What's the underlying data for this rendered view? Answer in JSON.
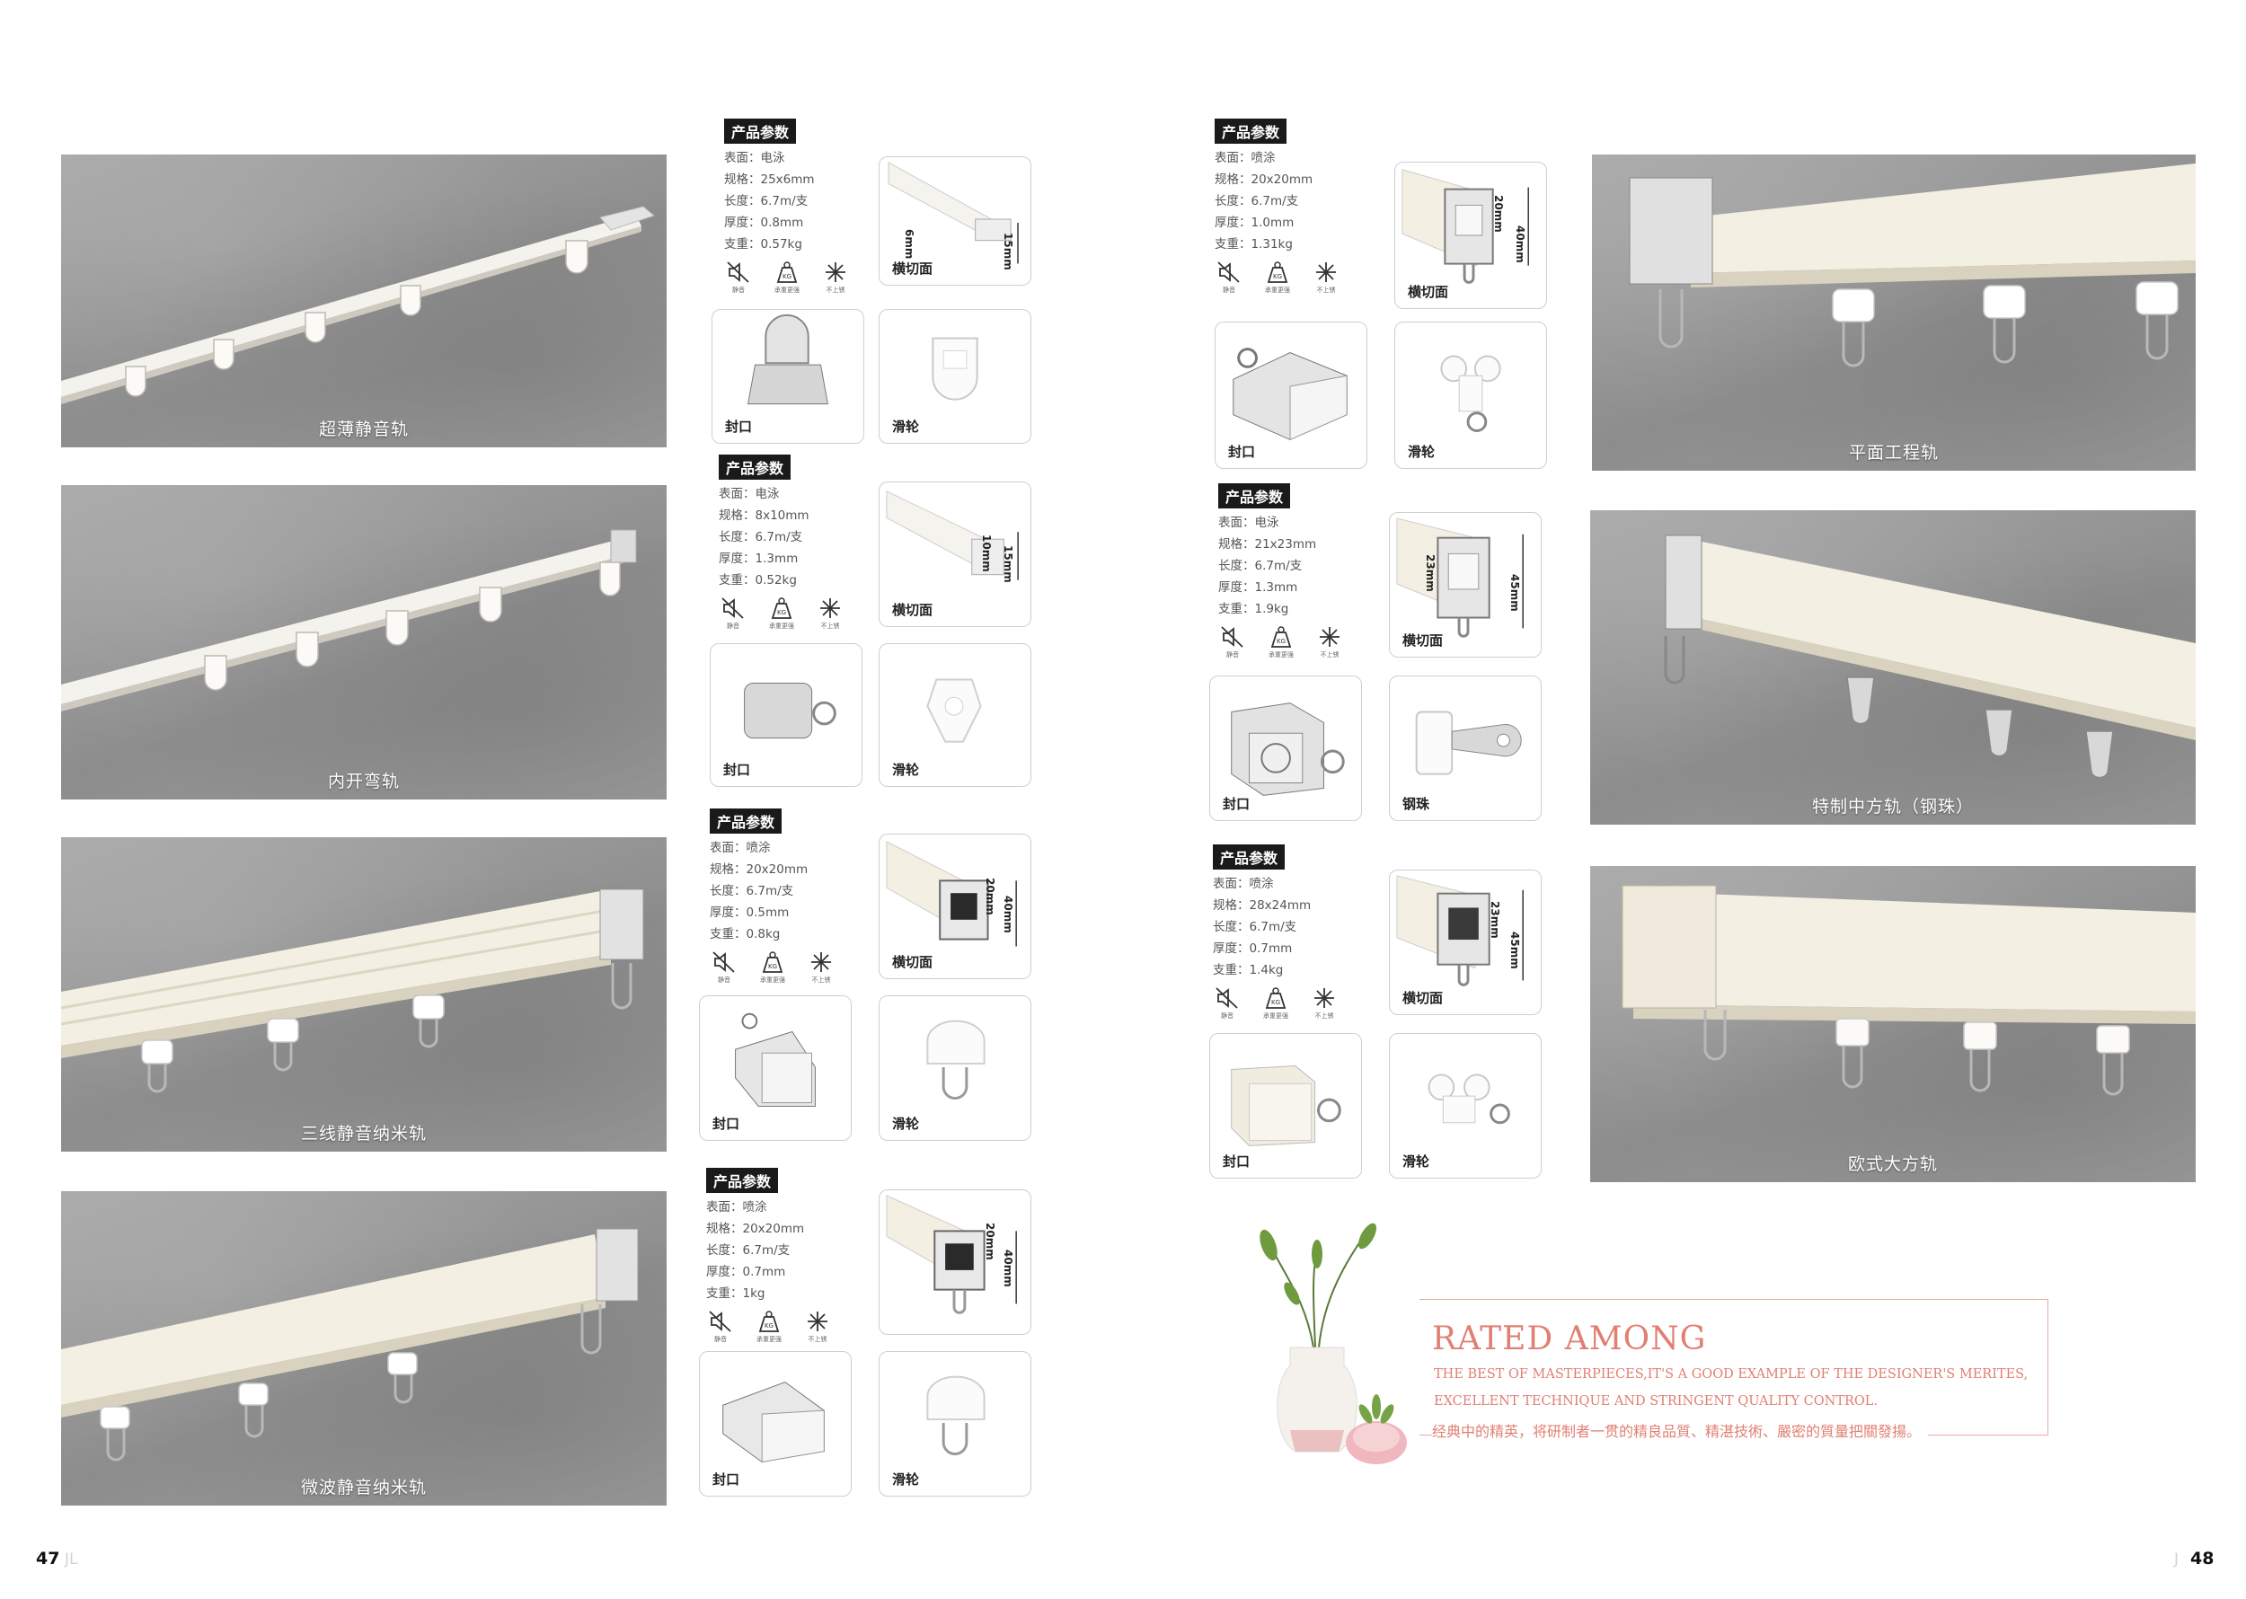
{
  "pages": {
    "left_number": "47",
    "left_ghost": "JL",
    "right_number": "48",
    "right_ghost": "J"
  },
  "spec_title": "产品参数",
  "icon_labels": {
    "silent": "静音",
    "load": "承重更强",
    "rust": "不上锈",
    "kg": "KG"
  },
  "rails": [
    {
      "caption": "超薄静音轨"
    },
    {
      "caption": "内开弯轨"
    },
    {
      "caption": "三线静音纳米轨"
    },
    {
      "caption": "微波静音纳米轨"
    },
    {
      "caption": "平面工程轨"
    },
    {
      "caption": "特制中方轨（钢珠）"
    },
    {
      "caption": "欧式大方轨"
    }
  ],
  "specs": [
    {
      "surface": "表面：电泳",
      "size": "规格：25x6mm",
      "length": "长度：6.7m/支",
      "thickness": "厚度：0.8mm",
      "weight": "支重：0.57kg",
      "section": "横切面",
      "dims": [
        "6mm",
        "15mm"
      ],
      "cap": "封口",
      "wheel": "滑轮"
    },
    {
      "surface": "表面：电泳",
      "size": "规格：8x10mm",
      "length": "长度：6.7m/支",
      "thickness": "厚度：1.3mm",
      "weight": "支重：0.52kg",
      "section": "横切面",
      "dims": [
        "10mm",
        "15mm"
      ],
      "cap": "封口",
      "wheel": "滑轮"
    },
    {
      "surface": "表面：喷涂",
      "size": "规格：20x20mm",
      "length": "长度：6.7m/支",
      "thickness": "厚度：0.5mm",
      "weight": "支重：0.8kg",
      "section": "横切面",
      "dims": [
        "20mm",
        "40mm"
      ],
      "cap": "封口",
      "wheel": "滑轮"
    },
    {
      "surface": "表面：喷涂",
      "size": "规格：20x20mm",
      "length": "长度：6.7m/支",
      "thickness": "厚度：0.7mm",
      "weight": "支重：1kg",
      "section": "",
      "dims": [
        "20mm",
        "40mm"
      ],
      "cap": "封口",
      "wheel": "滑轮"
    },
    {
      "surface": "表面：喷涂",
      "size": "规格：20x20mm",
      "length": "长度：6.7m/支",
      "thickness": "厚度：1.0mm",
      "weight": "支重：1.31kg",
      "section": "横切面",
      "dims": [
        "20mm",
        "40mm"
      ],
      "cap": "封口",
      "wheel": "滑轮"
    },
    {
      "surface": "表面：电泳",
      "size": "规格：21x23mm",
      "length": "长度：6.7m/支",
      "thickness": "厚度：1.3mm",
      "weight": "支重：1.9kg",
      "section": "横切面",
      "dims": [
        "23mm",
        "45mm"
      ],
      "cap": "封口",
      "wheel": "钢珠"
    },
    {
      "surface": "表面：喷涂",
      "size": "规格：28x24mm",
      "length": "长度：6.7m/支",
      "thickness": "厚度：0.7mm",
      "weight": "支重：1.4kg",
      "section": "横切面",
      "dims": [
        "23mm",
        "45mm"
      ],
      "cap": "封口",
      "wheel": "滑轮"
    }
  ],
  "rated": {
    "title": "RATED AMONG",
    "line1": "THE BEST OF MASTERPIECES,IT'S A GOOD EXAMPLE OF THE DESIGNER'S MERITES,",
    "line2": "EXCELLENT TECHNIQUE AND STRINGENT QUALITY CONTROL.",
    "line3": "经典中的精英，将研制者一贯的精良品質、精湛技術、嚴密的質量把關發揚。"
  },
  "colors": {
    "rated_accent": "#e07f72",
    "frame": "#e9a9a1",
    "photo_grey": "#9a9a9a",
    "rail_white": "#f3f0e8"
  }
}
